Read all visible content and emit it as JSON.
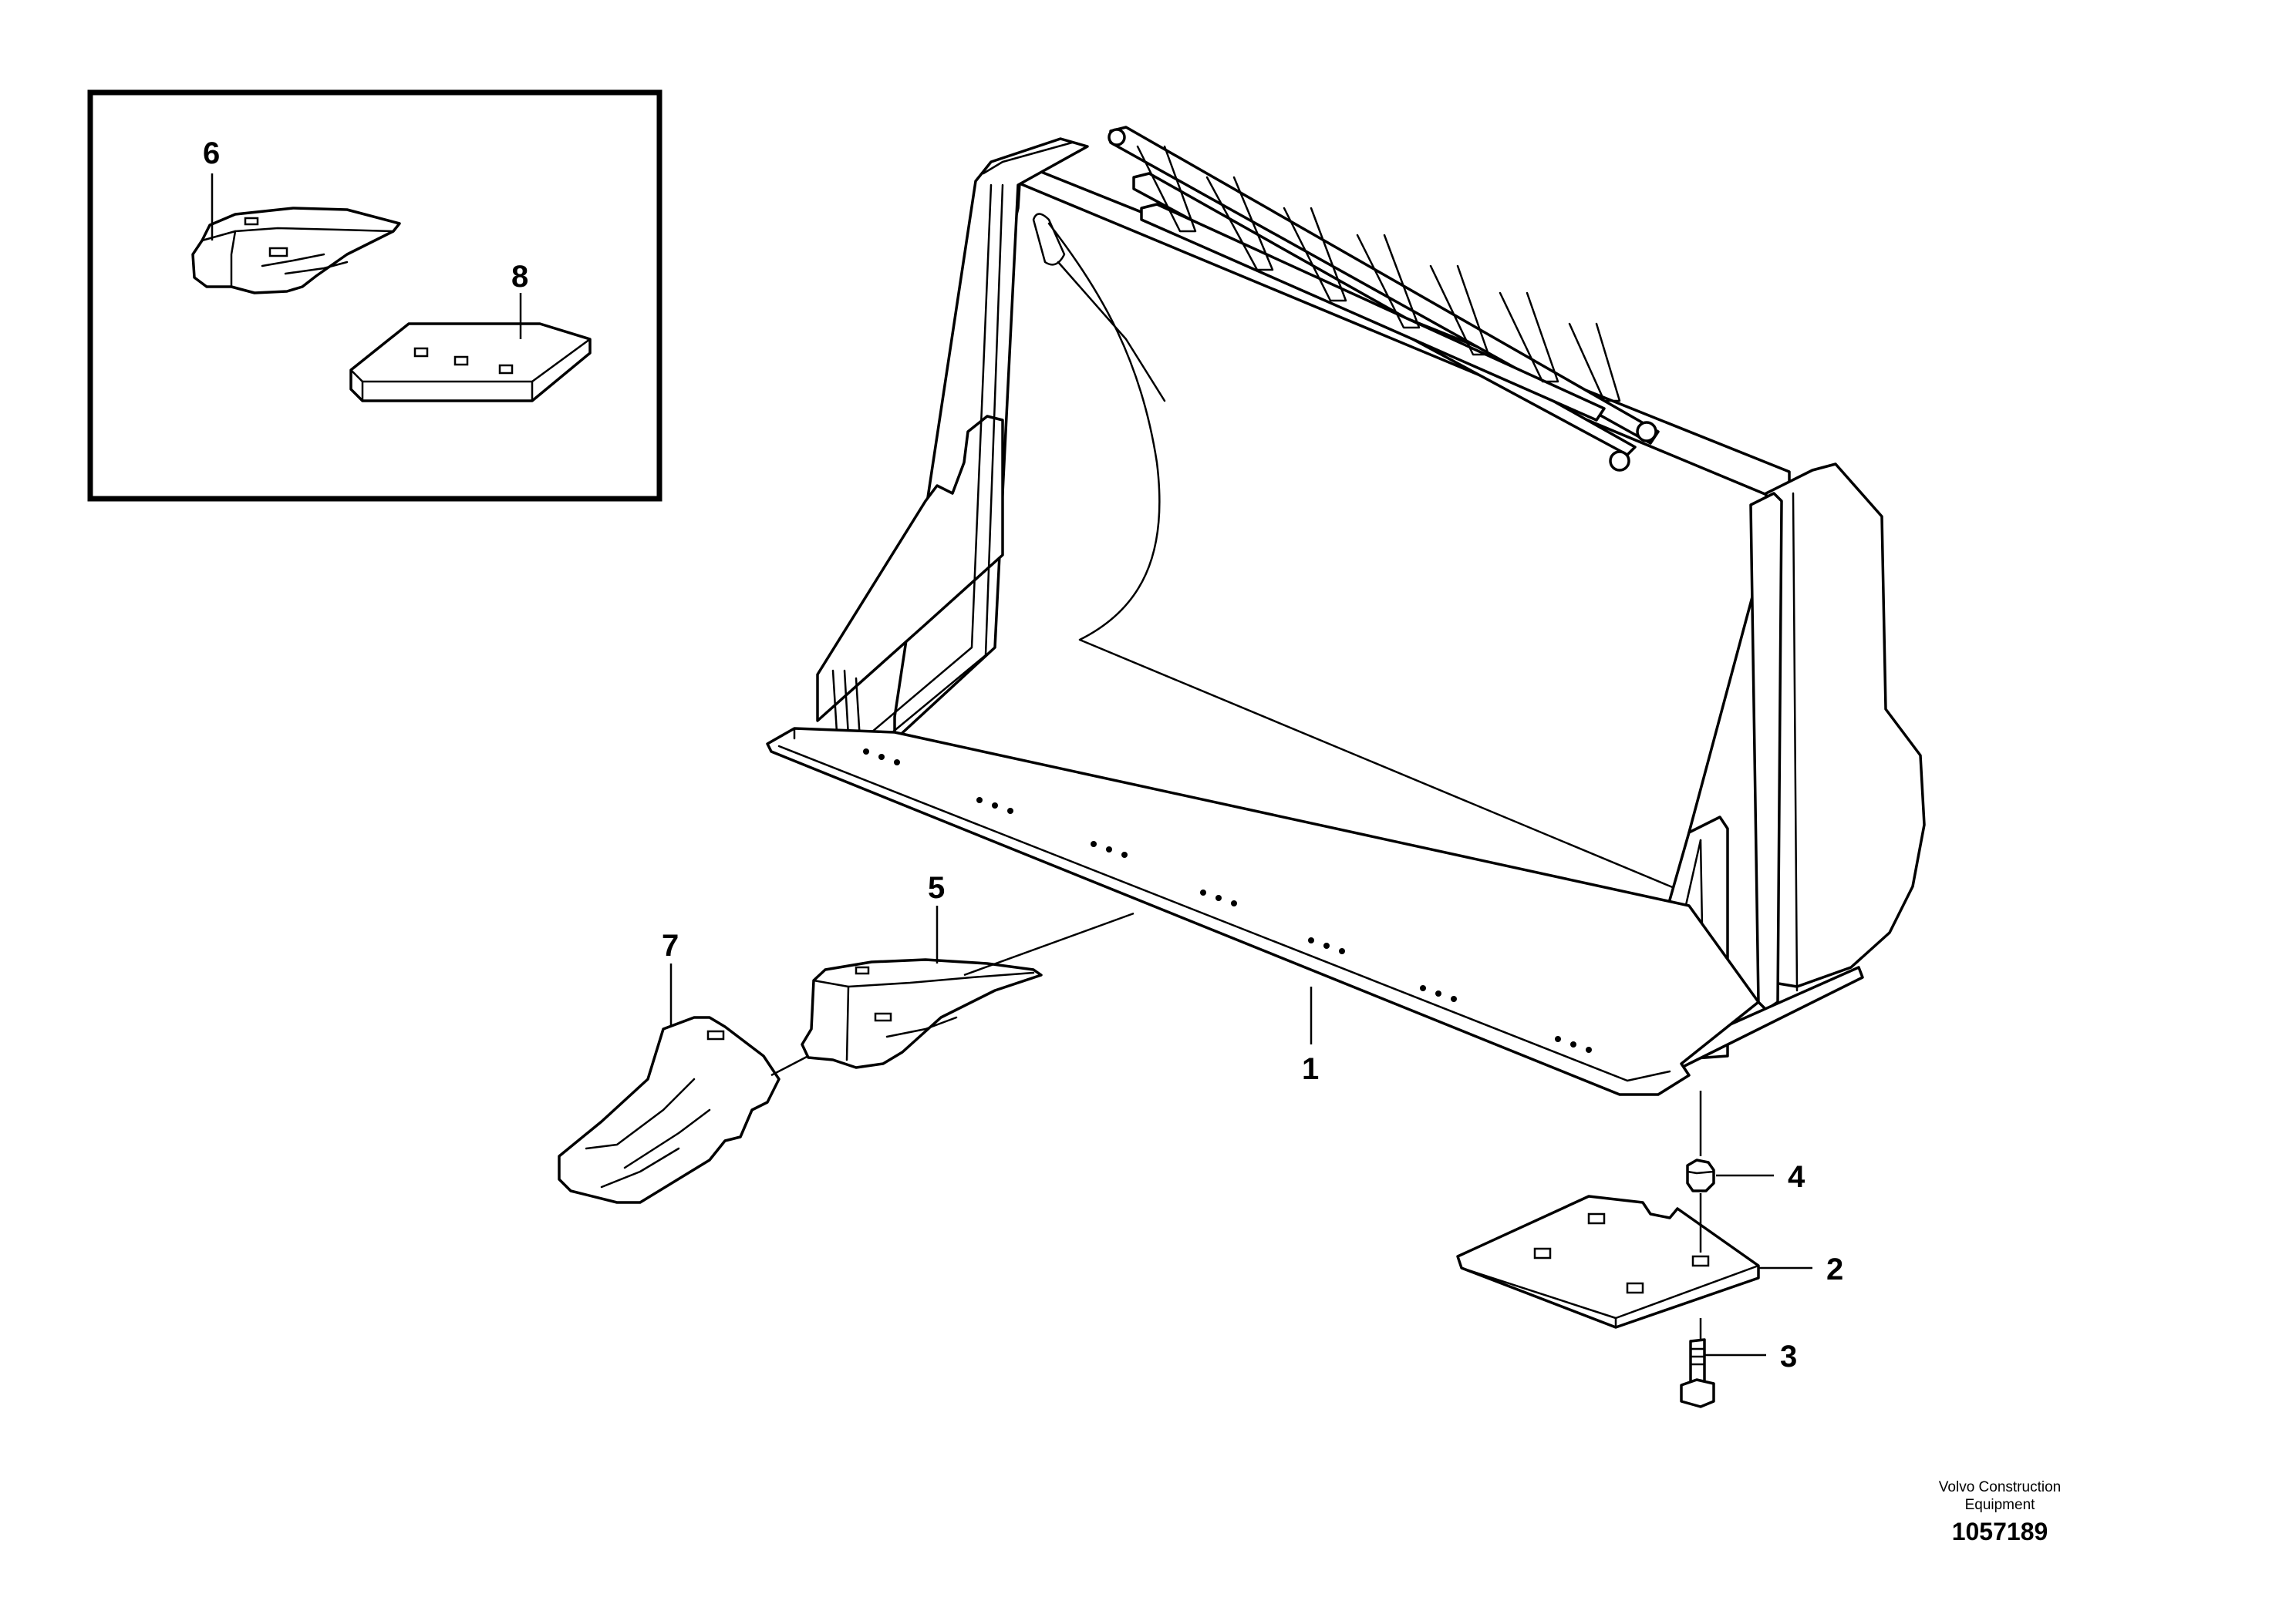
{
  "callouts": {
    "c1": "1",
    "c2": "2",
    "c3": "3",
    "c4": "4",
    "c5": "5",
    "c6": "6",
    "c7": "7",
    "c8": "8"
  },
  "footer": {
    "company_line1": "Volvo Construction",
    "company_line2": "Equipment",
    "drawing_number": "1057189"
  }
}
